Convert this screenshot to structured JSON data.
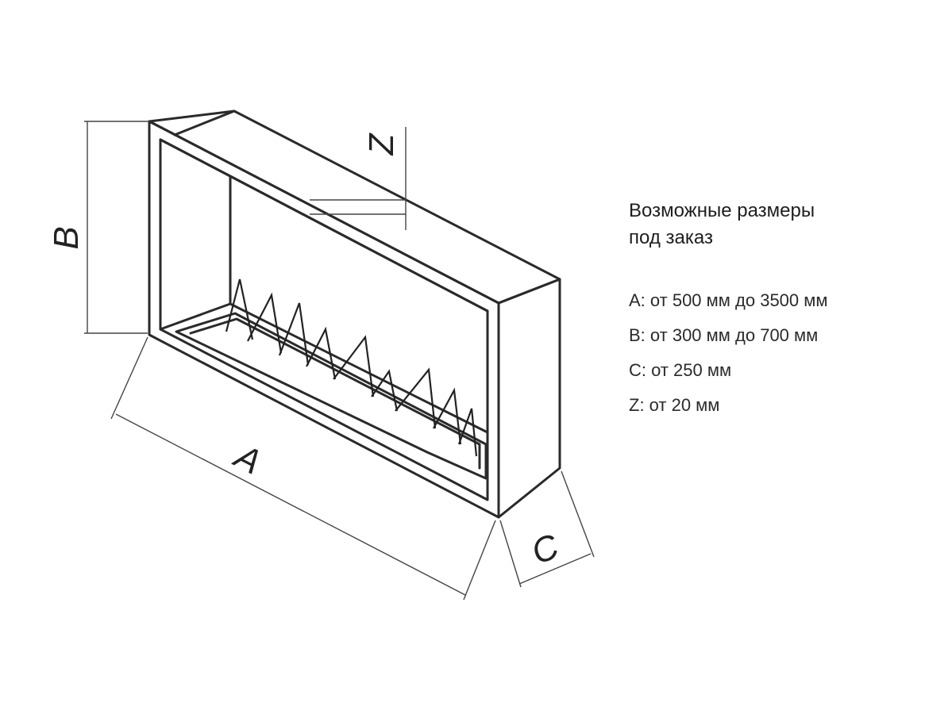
{
  "diagram": {
    "dimension_labels": {
      "a": "A",
      "b": "B",
      "c": "C",
      "z": "Z"
    },
    "line_color": "#2a2a2a"
  },
  "info": {
    "title_line1": "Возможные размеры",
    "title_line2": "под заказ",
    "sizes": [
      "A: от 500 мм до 3500 мм",
      "B: от 300 мм до 700 мм",
      "C: от 250 мм",
      "Z: от 20 мм"
    ]
  }
}
